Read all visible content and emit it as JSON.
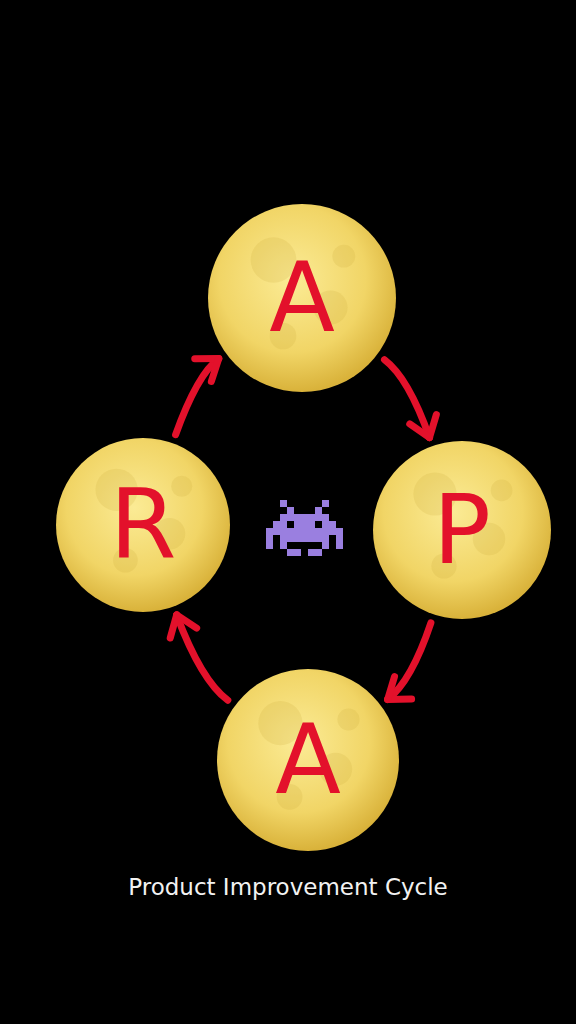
{
  "diagram": {
    "caption": "Product Improvement Cycle",
    "nodes": [
      {
        "text": [
          "A"
        ]
      },
      {
        "text": [
          "P"
        ]
      },
      {
        "text": [
          "A"
        ]
      },
      {
        "text": [
          "R"
        ]
      }
    ],
    "edges": [
      {
        "from": 0,
        "to": 1,
        "arrow": "to"
      },
      {
        "from": 1,
        "to": 2,
        "arrow": "to"
      },
      {
        "from": 2,
        "to": 3,
        "arrow": "to"
      },
      {
        "from": 3,
        "to": 0,
        "arrow": "to"
      }
    ]
  }
}
